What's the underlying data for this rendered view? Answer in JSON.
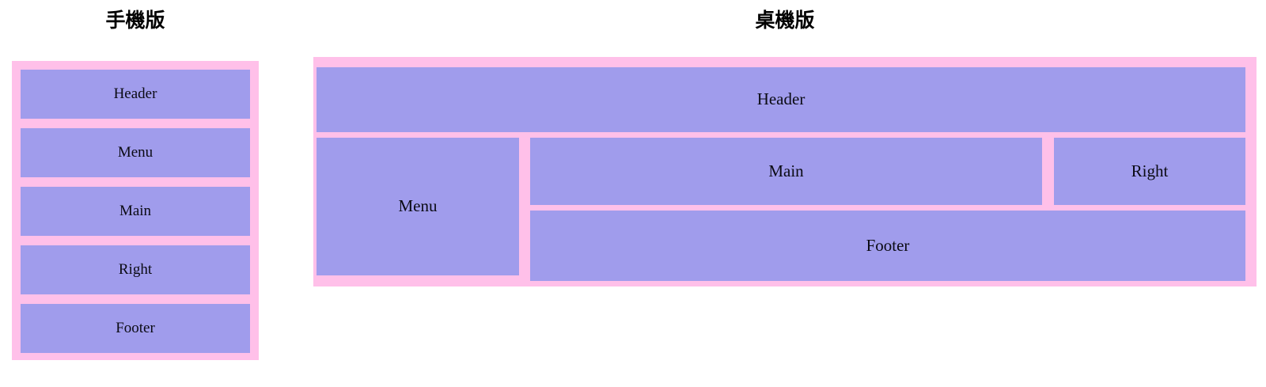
{
  "page": {
    "background_color": "#ffffff",
    "frame_color": "#ffc0e9",
    "cell_color": "#a09cec",
    "text_color": "#0b0b14"
  },
  "mobile": {
    "title": "手機版",
    "cells": [
      {
        "id": "header",
        "label": "Header"
      },
      {
        "id": "menu",
        "label": "Menu"
      },
      {
        "id": "main",
        "label": "Main"
      },
      {
        "id": "right",
        "label": "Right"
      },
      {
        "id": "footer",
        "label": "Footer"
      }
    ]
  },
  "desktop": {
    "title": "桌機版",
    "cells": [
      {
        "id": "header",
        "label": "Header"
      },
      {
        "id": "menu",
        "label": "Menu"
      },
      {
        "id": "main",
        "label": "Main"
      },
      {
        "id": "right",
        "label": "Right"
      },
      {
        "id": "footer",
        "label": "Footer"
      }
    ]
  }
}
